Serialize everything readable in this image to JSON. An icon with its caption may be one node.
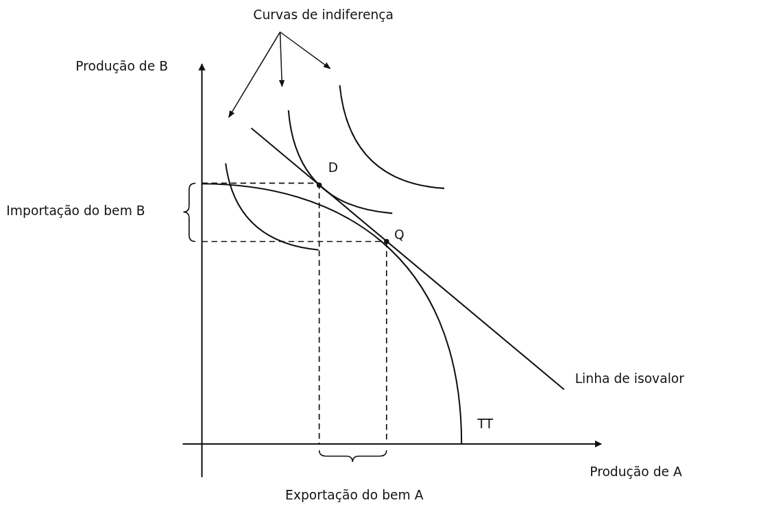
{
  "diagram": {
    "nodes": [
      {
        "text": [
          "Curvas de indiferença"
        ]
      },
      {
        "text": [],
        "shape": "curve"
      },
      {
        "text": [],
        "shape": "curve"
      },
      {
        "text": [],
        "shape": "curve"
      }
    ],
    "edges": [
      {
        "from": 0,
        "to": 1,
        "arrow": "to"
      },
      {
        "from": 0,
        "to": 2,
        "arrow": "to"
      },
      {
        "from": 0,
        "to": 3,
        "arrow": "to"
      }
    ],
    "labels": [
      "Produção de B",
      "D",
      "Importação do bem B",
      "Q",
      "Linha de isovalor",
      "TT",
      "Produção de A",
      "Exportação do bem A"
    ]
  }
}
